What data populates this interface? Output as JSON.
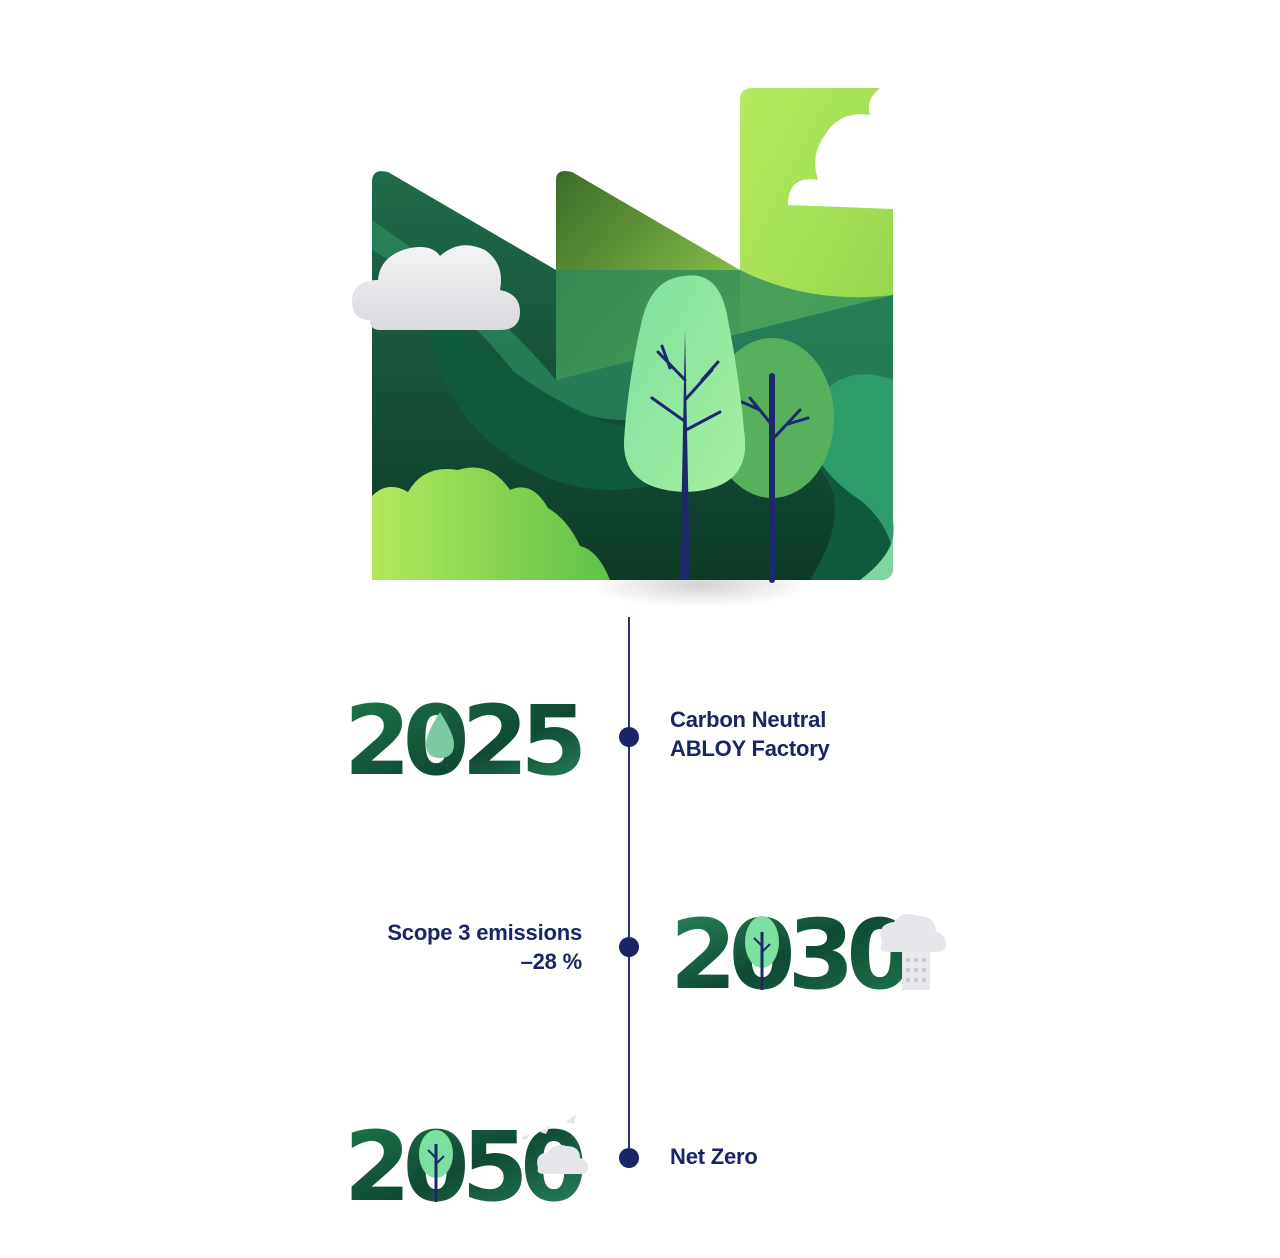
{
  "colors": {
    "navy": "#1b2466",
    "forest_dark": "#0f4a33",
    "forest_mid": "#1e7a4f",
    "leaf_light": "#9be08a",
    "lime": "#a6e05a"
  },
  "hero": {
    "icon": "green-factory-illustration"
  },
  "milestones": [
    {
      "year": "2025",
      "label": "Carbon Neutral\nABLOY Factory"
    },
    {
      "year": "2030",
      "label": "Scope 3 emissions\n–28 %"
    },
    {
      "year": "2050",
      "label": "Net Zero"
    }
  ]
}
